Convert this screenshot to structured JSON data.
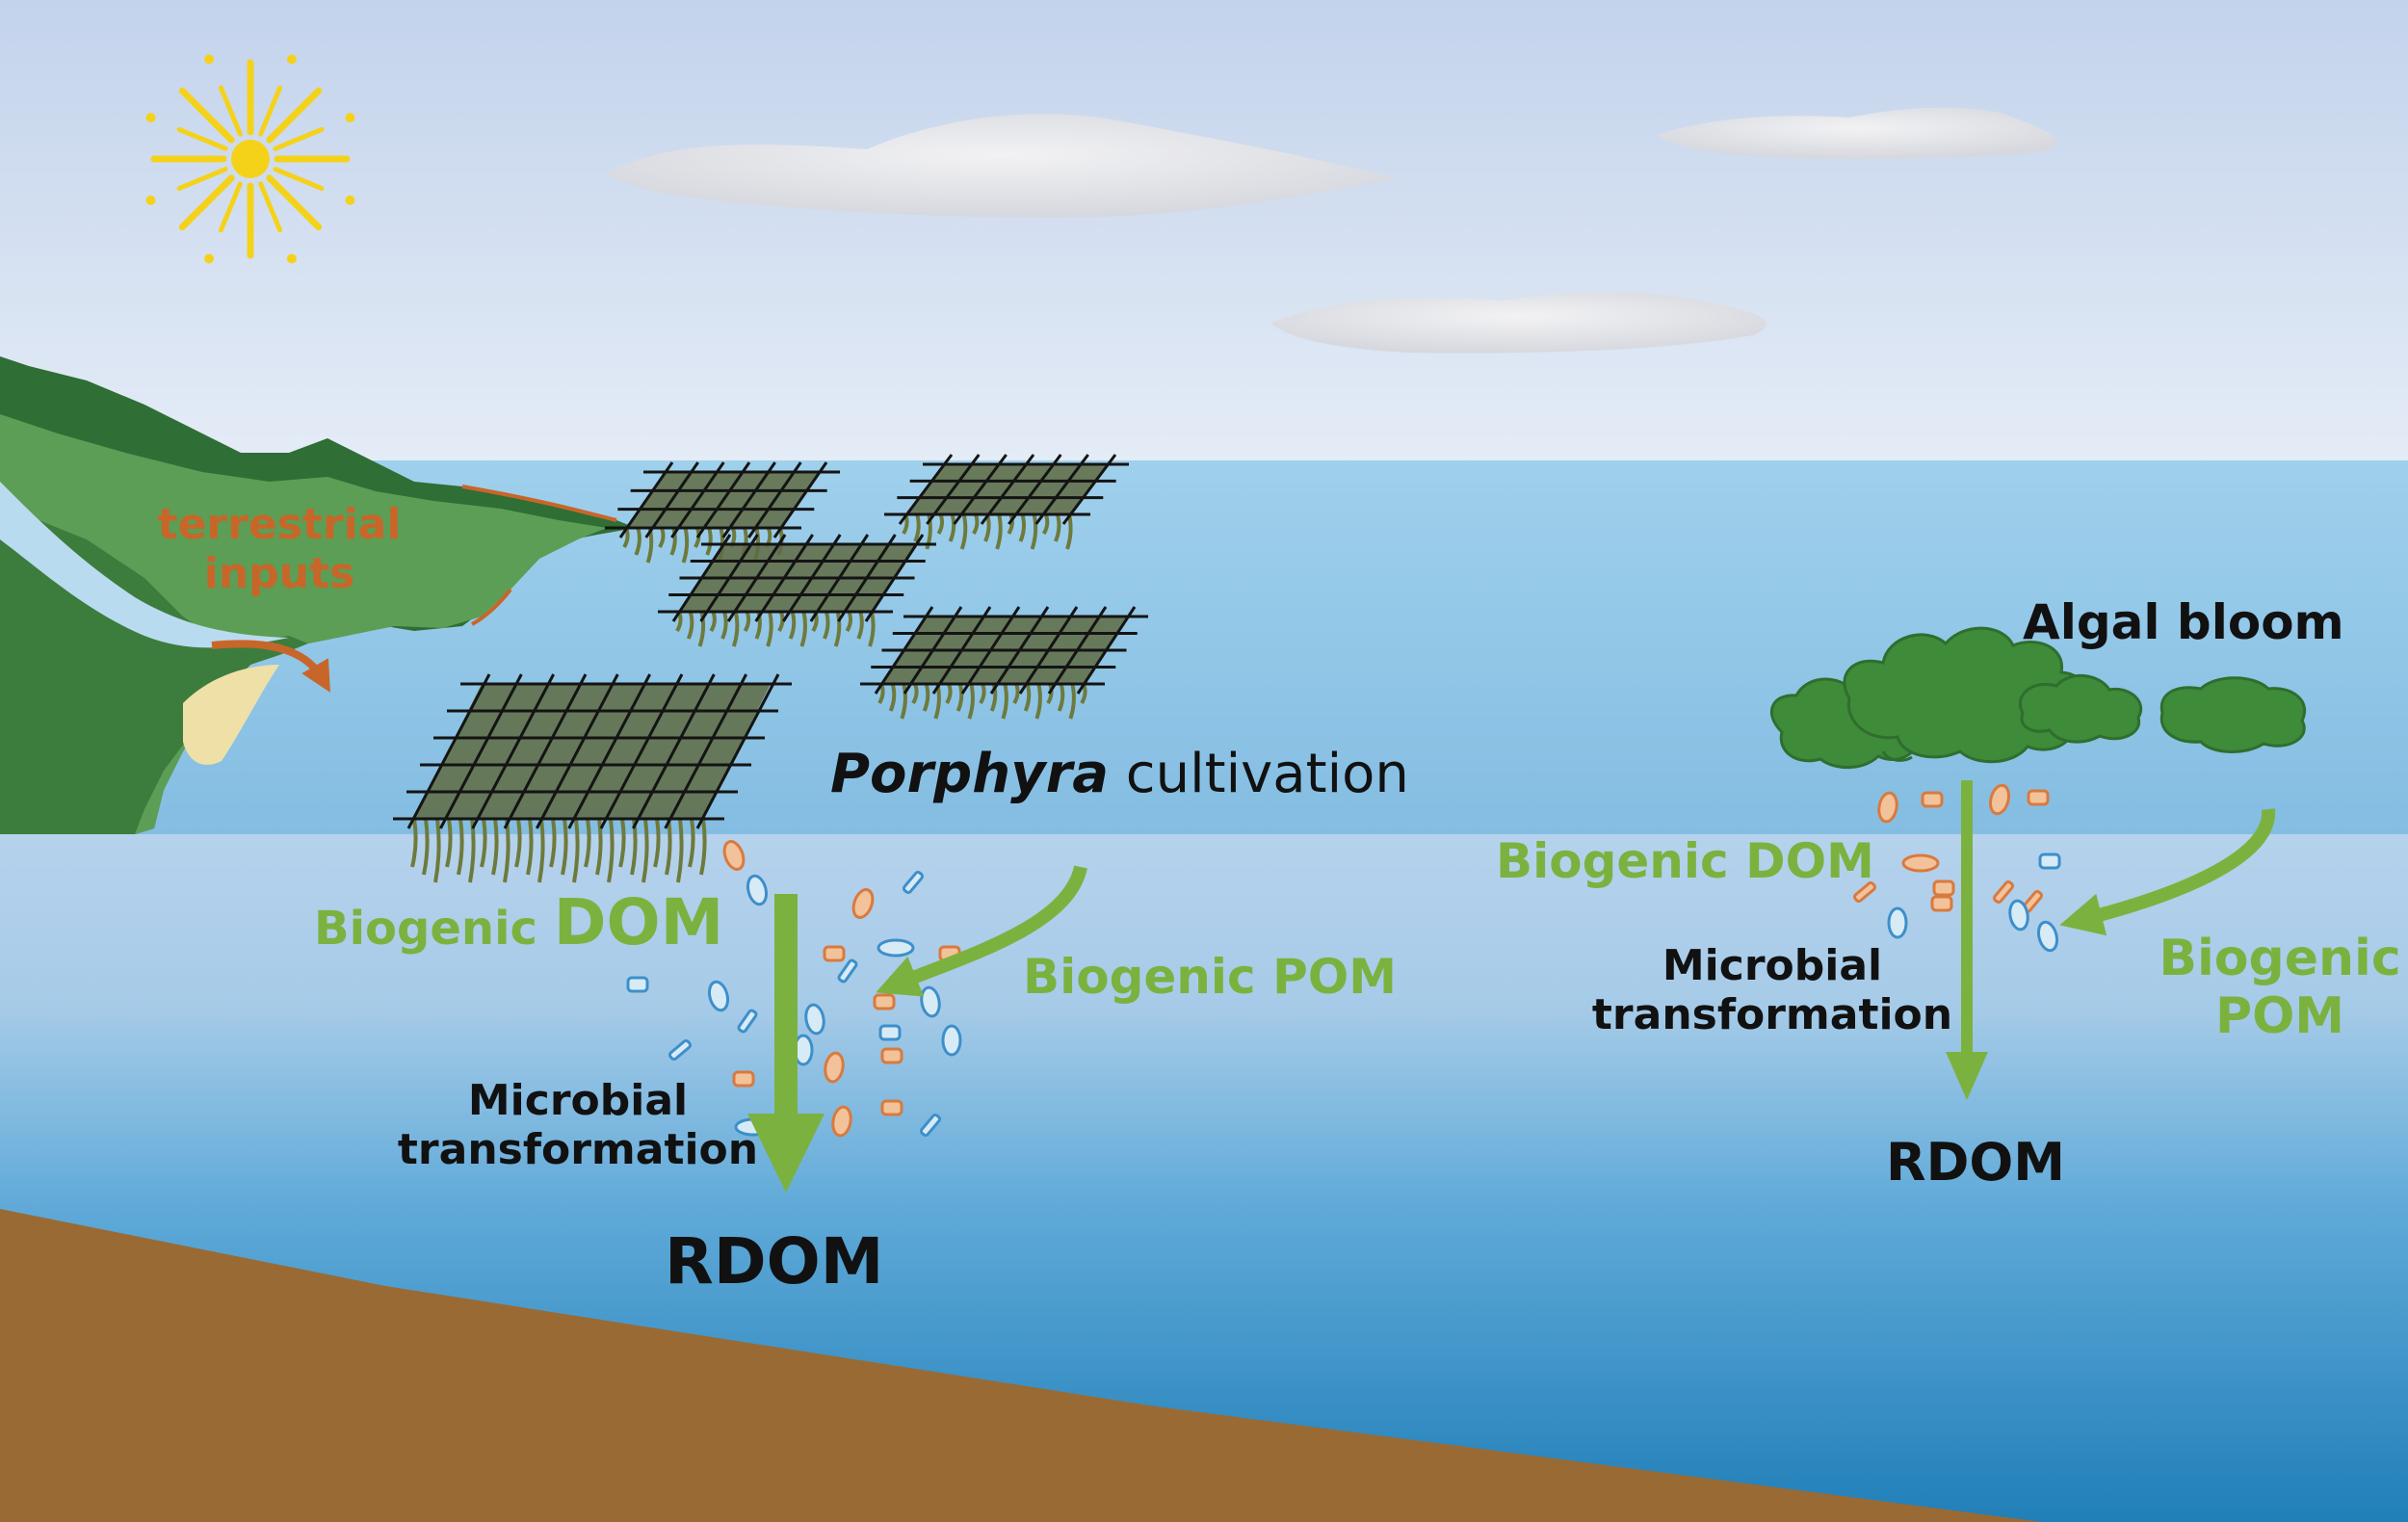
{
  "labels": {
    "terrestrial_line1": "terrestrial",
    "terrestrial_line2": "inputs",
    "porphyra_italic": "Porphyra",
    "porphyra_rest": " cultivation",
    "algal_bloom": "Algal bloom",
    "left_biogenic_word": "Biogenic ",
    "left_dom_word": "DOM",
    "left_pom": "Biogenic POM",
    "left_microbial_line1": "Microbial",
    "left_microbial_line2": "transformation",
    "left_rdom": "RDOM",
    "right_dom": "Biogenic DOM",
    "right_pom_line1": "Biogenic",
    "right_pom_line2": "POM",
    "right_microbial_line1": "Microbial",
    "right_microbial_line2": "transformation",
    "right_rdom": "RDOM"
  },
  "colors": {
    "sky_top": "#c3d3ec",
    "sky_bottom": "#e4ecf6",
    "sea_surface": "#8ec4e4",
    "sea_deep": "#2e8cc4",
    "seafloor": "#9a6a34",
    "land_dark": "#2f6e35",
    "land_light": "#5c9e55",
    "arrow_green": "#7bb23f",
    "label_green": "#7bb23f",
    "terrestrial_orange": "#c8662a",
    "sun_yellow": "#f5d21a",
    "particle_orange": "#e49a6a",
    "particle_blue": "#4a96cf",
    "bloom_green": "#3e8b3a",
    "net_black": "#141414"
  }
}
